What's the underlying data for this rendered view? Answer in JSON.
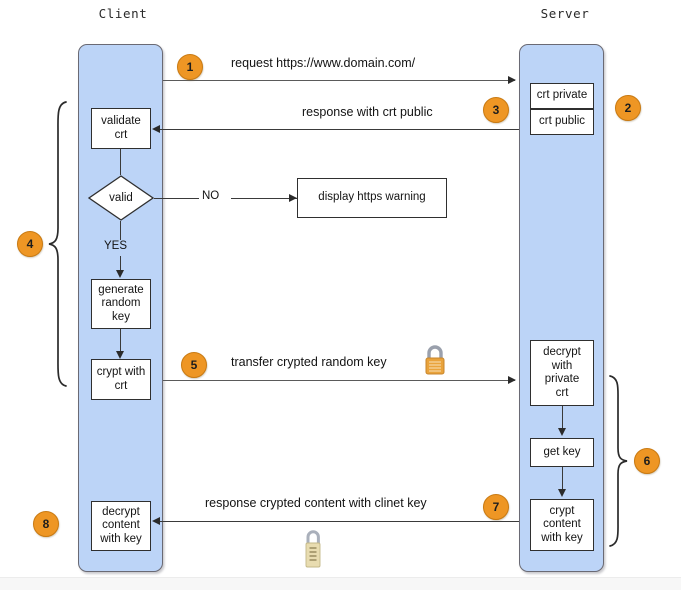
{
  "diagram": {
    "title_client": "Client",
    "title_server": "Server"
  },
  "client": {
    "boxes": [
      {
        "id": "validate-crt",
        "label": "validate\ncrt"
      },
      {
        "id": "valid-decision",
        "label": "valid"
      },
      {
        "id": "generate-random-key",
        "label": "generate\nrandom\nkey"
      },
      {
        "id": "crypt-with-crt",
        "label": "crypt with\ncrt"
      },
      {
        "id": "decrypt-content-with-key",
        "label": "decrypt\ncontent\nwith key"
      }
    ],
    "yes_label": "YES",
    "no_label": "NO"
  },
  "external": {
    "https_warning": "display https warning"
  },
  "server": {
    "boxes": [
      {
        "id": "crt-private",
        "label": "crt private"
      },
      {
        "id": "crt-public",
        "label": "crt public"
      },
      {
        "id": "decrypt-with-private-crt",
        "label": "decrypt\nwith\nprivate\ncrt"
      },
      {
        "id": "get-key",
        "label": "get key"
      },
      {
        "id": "crypt-content-with-key",
        "label": "crypt\ncontent\nwith key"
      }
    ]
  },
  "messages": [
    {
      "id": "request",
      "text": "request https://www.domain.com/"
    },
    {
      "id": "response-crt",
      "text": "response with crt public"
    },
    {
      "id": "transfer-key",
      "text": "transfer crypted random key"
    },
    {
      "id": "response-content",
      "text": "response crypted content with clinet key"
    }
  ],
  "steps": [
    {
      "n": "1"
    },
    {
      "n": "2"
    },
    {
      "n": "3"
    },
    {
      "n": "4"
    },
    {
      "n": "5"
    },
    {
      "n": "6"
    },
    {
      "n": "7"
    },
    {
      "n": "8"
    }
  ],
  "icons": {
    "padlock_top": "padlock-icon",
    "padlock_bottom": "padlock-icon"
  },
  "colors": {
    "lane_fill": "#bcd4f7",
    "lane_stroke": "#6a6a74",
    "step_fill": "#ee9624",
    "step_stroke": "#c97a12",
    "box_stroke": "#2f2f2f",
    "line": "#3a3a3a",
    "padlock_body": "#e9a33c",
    "padlock_shackle": "#9aa0ac"
  }
}
